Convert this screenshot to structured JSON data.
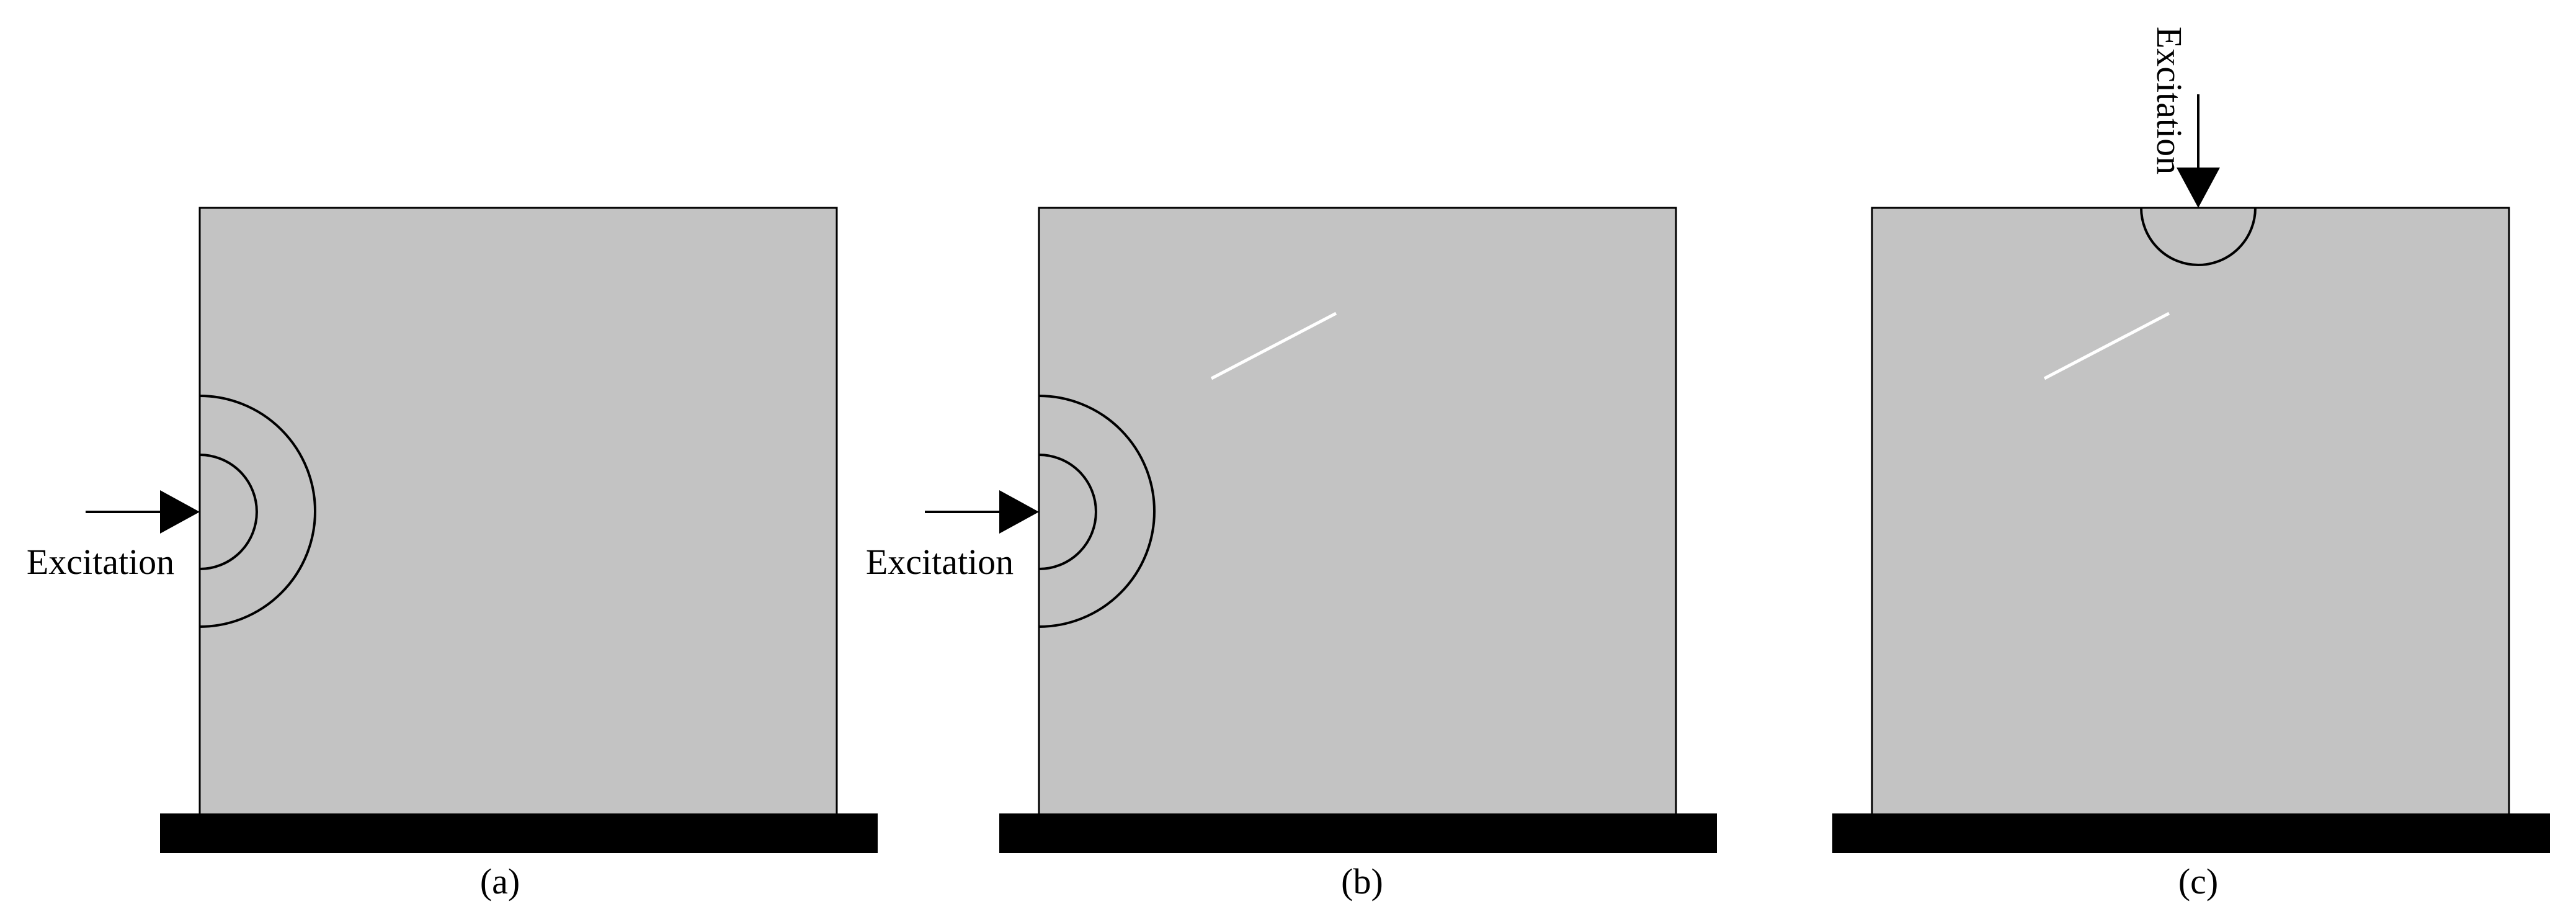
{
  "panels": [
    {
      "caption": "(a)",
      "excitation_label": "Excitation",
      "excitation_side": "left",
      "has_crack": false
    },
    {
      "caption": "(b)",
      "excitation_label": "Excitation",
      "excitation_side": "left",
      "has_crack": true
    },
    {
      "caption": "(c)",
      "excitation_label": "Excitation",
      "excitation_side": "top",
      "has_crack": true
    }
  ],
  "colors": {
    "specimen_fill": "#c3c3c3",
    "specimen_stroke": "#000000",
    "base_fill": "#000000",
    "crack": "#ffffff",
    "wave_stroke": "#000000",
    "arrow": "#000000"
  }
}
